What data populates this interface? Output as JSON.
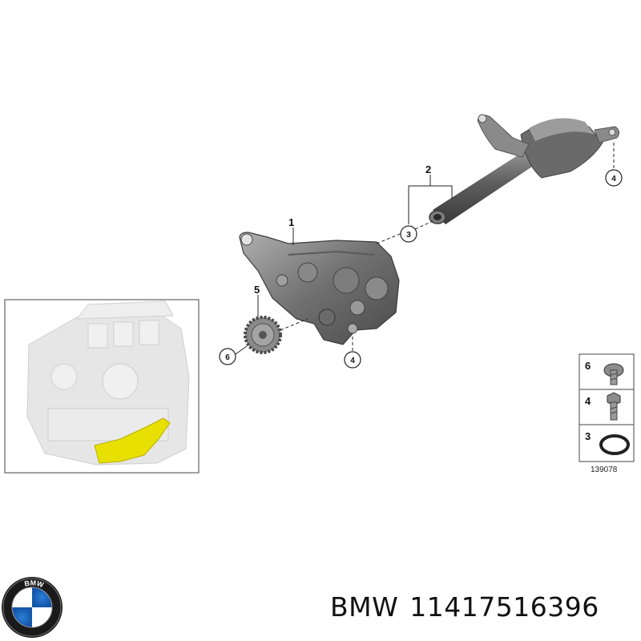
{
  "callouts": {
    "c1": "1",
    "c2": "2",
    "c3": "3",
    "c4_top": "4",
    "c4_pump": "4",
    "c5": "5",
    "c6": "6"
  },
  "legend": {
    "items": [
      {
        "number": "6",
        "icon": "screw-icon"
      },
      {
        "number": "4",
        "icon": "bolt-icon"
      },
      {
        "number": "3",
        "icon": "o-ring-icon"
      }
    ],
    "diagram_id": "139078"
  },
  "footer": {
    "brand": "BMW",
    "part_number": "11417516396"
  },
  "colors": {
    "highlight": "#e8e000",
    "part_gray": "#7a7a7a",
    "ghost_engine": "#e6e6e6"
  }
}
